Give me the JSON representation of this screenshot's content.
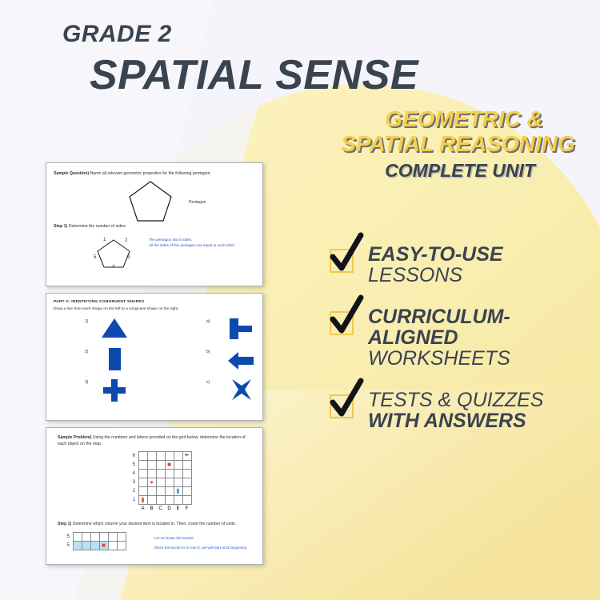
{
  "header": {
    "grade": "GRADE 2",
    "title": "SPATIAL SENSE",
    "subtitle_line1": "GEOMETRIC &",
    "subtitle_line2": "SPATIAL REASONING",
    "subtitle_line3": "COMPLETE UNIT"
  },
  "colors": {
    "accent_yellow": "#f6cf4b",
    "dark_text": "#3a4350",
    "shape_blue": "#0c4aaf",
    "answer_blue": "#2b57c4",
    "page_bg": "#f4f4fa",
    "panel_yellow": "#f7e9a8",
    "checkbox_border": "#f0c850",
    "grid_highlight": "#b5e2f4"
  },
  "features": [
    {
      "line1": "EASY-TO-USE",
      "line1_bold": true,
      "line2": "LESSONS",
      "line2_bold": false,
      "line3": ""
    },
    {
      "line1": "CURRICULUM-",
      "line1_bold": true,
      "line2": "ALIGNED",
      "line2_bold": true,
      "line3": "WORKSHEETS"
    },
    {
      "line1": "TESTS & QUIZZES",
      "line1_bold": false,
      "line2": "WITH ANSWERS",
      "line2_bold": true,
      "line3": ""
    }
  ],
  "worksheets": {
    "sheet1": {
      "question_label": "Sample Question)",
      "question_text": "Name all relevant geometric properties for the following pentagon.",
      "shape_label": "Pentagon",
      "step_label": "Step 1)",
      "step_text": "Determine the number of sides.",
      "vertex_numbers": [
        "1",
        "2",
        "3",
        "4",
        "5"
      ],
      "answer_line1": "The pentagon has 5 sides.",
      "answer_line2": "All the sides of this pentagon are equal to each other."
    },
    "sheet2": {
      "part_heading": "PART A: IDENTIFYING CONGRUENT SHAPES",
      "instruction": "Draw a line from each shape on the left to a congruent shape on the right.",
      "left_items": [
        {
          "label": "1)",
          "shape": "triangle"
        },
        {
          "label": "2)",
          "shape": "rectangle"
        },
        {
          "label": "3)",
          "shape": "cross"
        }
      ],
      "right_items": [
        {
          "label": "a)",
          "shape": "tee-block"
        },
        {
          "label": "b)",
          "shape": "left-arrow"
        },
        {
          "label": "c)",
          "shape": "four-point-star"
        }
      ]
    },
    "sheet3": {
      "problem_label": "Sample Problem)",
      "problem_text": "Using the numbers and letters provided on the grid below, determine the location of each object on the map.",
      "column_labels": [
        "A",
        "B",
        "C",
        "D",
        "E",
        "F"
      ],
      "row_labels": [
        "6",
        "5",
        "4",
        "3",
        "2",
        "1"
      ],
      "objects": [
        {
          "name": "pen",
          "glyph": "✒",
          "col": "F",
          "row": "6",
          "color": "#3b3b44"
        },
        {
          "name": "bucket",
          "glyph": "■",
          "col": "D",
          "row": "5",
          "color": "#e2402a"
        },
        {
          "name": "ball",
          "glyph": "●",
          "col": "B",
          "row": "3",
          "color": "#e05fa0"
        },
        {
          "name": "bottle",
          "glyph": "▮",
          "col": "E",
          "row": "2",
          "color": "#49a8d8"
        },
        {
          "name": "cup",
          "glyph": "▮",
          "col": "A",
          "row": "1",
          "color": "#c4743a"
        }
      ],
      "step_label": "Step 1)",
      "step_text": "Determine which column your desired item is located in. Then, count the number of units.",
      "answer_line1": "Let us locate the bucket.",
      "answer_line2": "Since the bucket is in row D, we will start at its beginning.",
      "mini_row_labels": [
        "5",
        "5"
      ]
    }
  }
}
